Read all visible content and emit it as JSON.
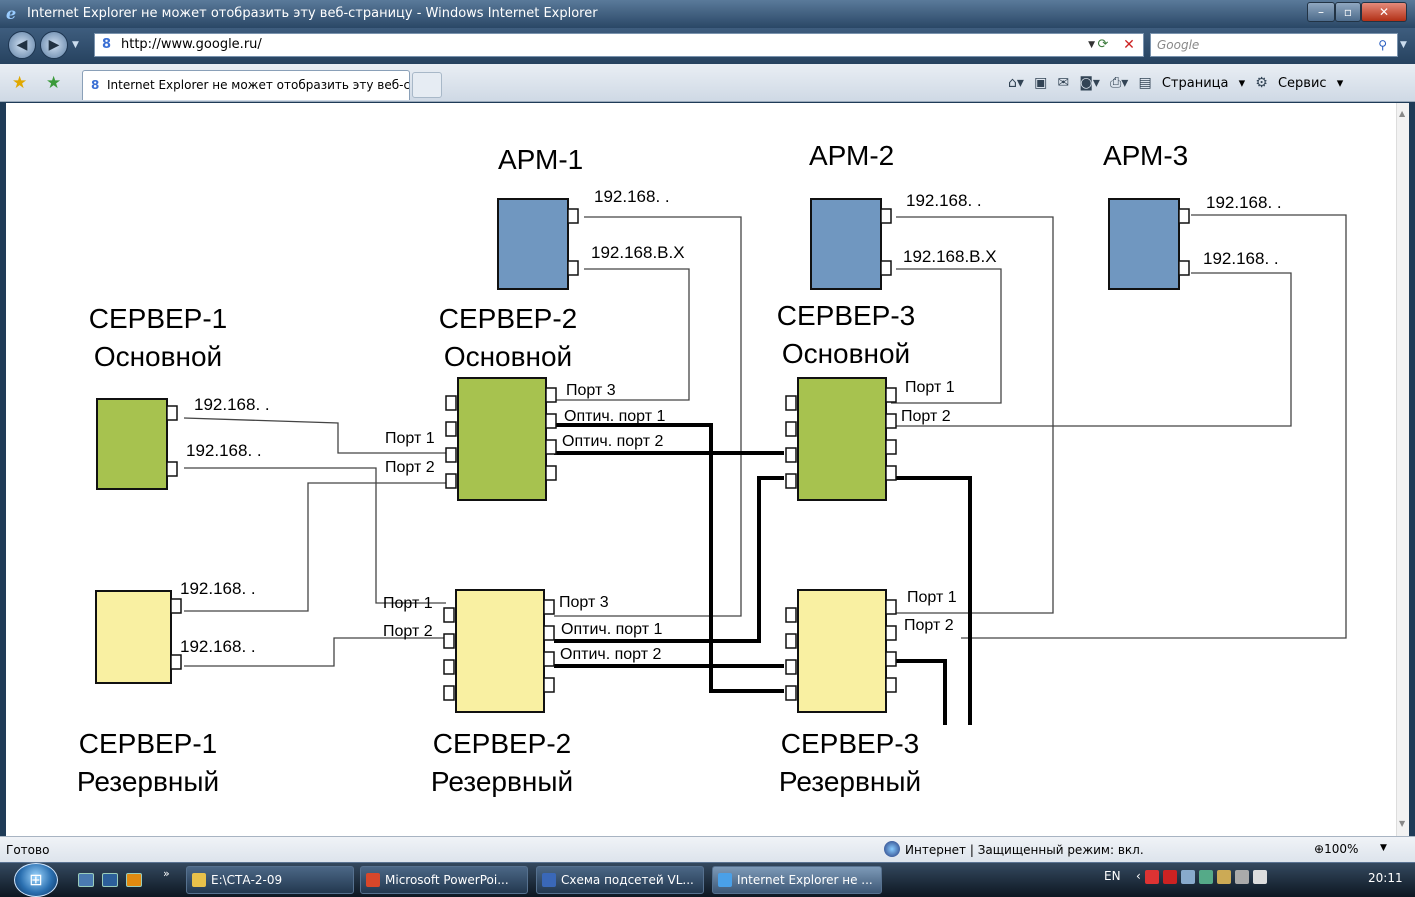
{
  "window": {
    "title": "Internet Explorer не может отобразить эту веб-страницу - Windows Internet Explorer",
    "controls": {
      "min": "–",
      "max": "▫",
      "close": "✕"
    }
  },
  "address": {
    "url": "http://www.google.ru/",
    "search_placeholder": "Google"
  },
  "tab": {
    "title": "Internet Explorer не может отобразить эту веб-с..."
  },
  "toolbar": {
    "page": "Страница",
    "tools": "Сервис"
  },
  "diagram": {
    "arm1": "АРМ-1",
    "arm2": "АРМ-2",
    "arm3": "АРМ-3",
    "s1m": {
      "name": "СЕРВЕР-1",
      "role": "Основной"
    },
    "s2m": {
      "name": "СЕРВЕР-2",
      "role": "Основной"
    },
    "s3m": {
      "name": "СЕРВЕР-3",
      "role": "Основной"
    },
    "s1r": {
      "name": "СЕРВЕР-1",
      "role": "Резервный"
    },
    "s2r": {
      "name": "СЕРВЕР-2",
      "role": "Резервный"
    },
    "s3r": {
      "name": "СЕРВЕР-3",
      "role": "Резервный"
    },
    "ip": "192.168.  .",
    "ip_bx": "192.168.B.X",
    "port1": "Порт 1",
    "port2": "Порт 2",
    "port3": "Порт 3",
    "opt1": "Оптич. порт 1",
    "opt2": "Оптич. порт 2",
    "colors": {
      "green": "#a7c24f",
      "yellow": "#f9f0a2",
      "blue": "#7097c0"
    }
  },
  "status": {
    "text": "Готово",
    "zone": "Интернет | Защищенный режим: вкл.",
    "zoom": "100%"
  },
  "taskbar": {
    "items": [
      "E:\\СТА-2-09",
      "Microsoft PowerPoi...",
      "Схема подсетей VL...",
      "Internet Explorer не ..."
    ],
    "more": "»",
    "lang": "EN",
    "time": "20:11"
  }
}
